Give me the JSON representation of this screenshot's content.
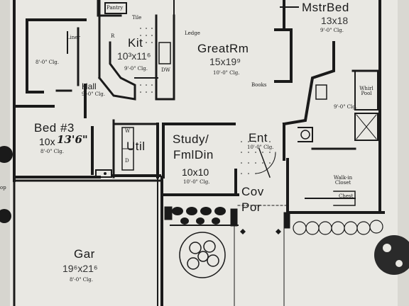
{
  "rooms": {
    "master": {
      "name": "MstrBed",
      "dims": "13x18",
      "ceiling": "9'-0\" Clg."
    },
    "kitchen": {
      "name": "Kit",
      "dims": "10³x11⁶",
      "ceiling": "9'-0\" Clg."
    },
    "great": {
      "name": "GreatRm",
      "dims": "15x19⁹",
      "ceiling": "10'-0\" Clg."
    },
    "hall": {
      "name": "Hall",
      "ceiling": "9'-0\" Clg."
    },
    "bed3": {
      "name": "Bed #3",
      "dims_printed": "10x",
      "dims_handwritten": "13'6\"",
      "ceiling": "8'-0\" Clg."
    },
    "util": {
      "name": "Util"
    },
    "study": {
      "name_line1": "Study/",
      "name_line2": "FmlDin",
      "dims": "10x10",
      "ceiling": "10'-0\" Clg."
    },
    "entry": {
      "name": "Ent",
      "ceiling": "10'-0\" Clg."
    },
    "porch": {
      "name_line1": "Cov",
      "name_line2": "Por"
    },
    "garage": {
      "name": "Gar",
      "dims": "19⁶x21⁶",
      "ceiling": "8'-0\" Clg."
    },
    "upper_left": {
      "ceiling": "8'-0\" Clg."
    },
    "master_bath": {
      "ceiling": "9'-0\" Clg."
    }
  },
  "fixtures": {
    "pantry": "Pantry",
    "tile": "Tile",
    "linen": "Liner",
    "ledge": "Ledge",
    "books": "Books",
    "whirlpool": "Whirl Pool",
    "walkin": "Walk-in Closet",
    "chest": "Chest",
    "dw": "DW",
    "r": "R",
    "w": "W",
    "d": "D",
    "shop": "op"
  },
  "colors": {
    "paper": "#e9e8e3",
    "ink": "#1a1a1a",
    "edge_shadow": "#b9b8b2"
  }
}
